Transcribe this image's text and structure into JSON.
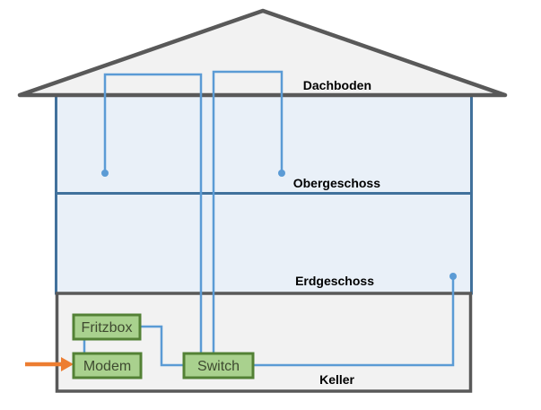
{
  "diagram": {
    "type": "house-network-diagram",
    "floors": [
      {
        "id": "dachboden",
        "label": "Dachboden"
      },
      {
        "id": "obergeschoss",
        "label": "Obergeschoss"
      },
      {
        "id": "erdgeschoss",
        "label": "Erdgeschoss"
      },
      {
        "id": "keller",
        "label": "Keller"
      }
    ],
    "devices": [
      {
        "id": "fritzbox",
        "label": "Fritzbox",
        "floor": "keller"
      },
      {
        "id": "modem",
        "label": "Modem",
        "floor": "keller"
      },
      {
        "id": "switch",
        "label": "Switch",
        "floor": "keller"
      }
    ],
    "connections": [
      {
        "from": "external-line",
        "to": "modem",
        "style": "orange-arrow"
      },
      {
        "from": "modem",
        "to": "fritzbox",
        "style": "cable"
      },
      {
        "from": "fritzbox",
        "to": "switch",
        "style": "cable"
      },
      {
        "from": "switch",
        "to": "obergeschoss-outlet-left",
        "style": "cable",
        "via": "dachboden"
      },
      {
        "from": "switch",
        "to": "obergeschoss-outlet-right",
        "style": "cable",
        "via": "dachboden"
      },
      {
        "from": "switch",
        "to": "erdgeschoss-outlet",
        "style": "cable"
      }
    ],
    "colors": {
      "cable_blue": "#5B9BD5",
      "wall_blue": "#41719C",
      "floor_fill_blue": "#E9F0F8",
      "structure_gray": "#595959",
      "gray_fill": "#F2F2F2",
      "device_fill_green": "#A9D18E",
      "device_border_green": "#538135",
      "device_text": "#3E4A30",
      "arrow_orange": "#ED7D31",
      "label_text": "#000000"
    }
  }
}
